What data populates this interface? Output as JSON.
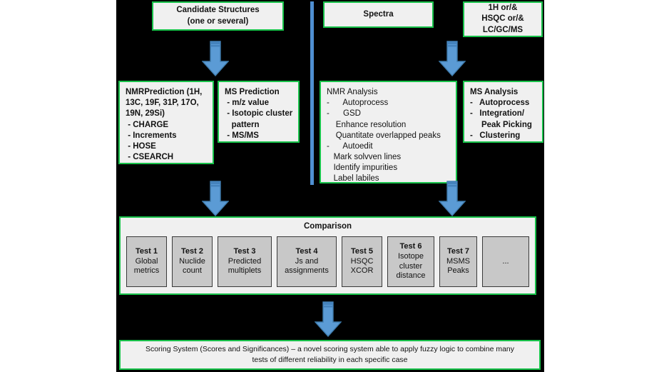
{
  "colors": {
    "background": "#000000",
    "page": "#ffffff",
    "box_border": "#18c24a",
    "box_fill": "#f0f0f0",
    "arrow": "#5b9bd5",
    "arrow_dark": "#3f7cad",
    "divider": "#4f8fd1",
    "test_fill": "#c8c8c8",
    "test_border": "#3a3a3a",
    "text": "#131313"
  },
  "inputs": {
    "candidate_structures": {
      "lines": [
        "Candidate Structures",
        "(one or several)"
      ]
    },
    "spectra": {
      "lines": [
        "Spectra"
      ]
    },
    "experiments": {
      "lines": [
        "1H or/&",
        "HSQC or/&",
        "LC/GC/MS"
      ]
    }
  },
  "prediction": {
    "nmr": {
      "lines": [
        "NMRPrediction (1H,",
        "13C, 19F, 31P, 17O,",
        "19N, 29Si)",
        " - CHARGE",
        " - Increments",
        " - HOSE",
        " - CSEARCH"
      ]
    },
    "ms": {
      "lines": [
        "MS Prediction",
        " - m/z value",
        " - Isotopic cluster",
        "   pattern",
        " - MS/MS"
      ]
    }
  },
  "analysis": {
    "nmr": {
      "lines": [
        "NMR Analysis",
        "-      Autoprocess",
        "-      GSD",
        "    Enhance resolution",
        "    Quantitate overlapped peaks",
        "-      Autoedit",
        "   Mark solvven lines",
        "   Identify impurities",
        "   Label labiles"
      ]
    },
    "ms": {
      "lines": [
        "MS Analysis",
        "-   Autoprocess",
        "-   Integration/",
        "     Peak Picking",
        "-   Clustering"
      ]
    }
  },
  "comparison": {
    "title": "Comparison",
    "tests": [
      {
        "header": "Test 1",
        "body": [
          "Global",
          "metrics"
        ]
      },
      {
        "header": "Test 2",
        "body": [
          "Nuclide",
          "count"
        ]
      },
      {
        "header": "Test 3",
        "body": [
          "Predicted",
          "multiplets"
        ]
      },
      {
        "header": "Test 4",
        "body": [
          "Js and",
          "assignments"
        ]
      },
      {
        "header": "Test 5",
        "body": [
          "HSQC",
          "XCOR"
        ]
      },
      {
        "header": "Test 6",
        "body": [
          "Isotope",
          "cluster",
          "distance"
        ]
      },
      {
        "header": "Test 7",
        "body": [
          "MSMS",
          "Peaks"
        ]
      },
      {
        "header": "...",
        "body": []
      }
    ]
  },
  "scoring": {
    "lines": [
      "Scoring System (Scores and Significances) – a novel scoring system able to apply fuzzy logic to combine many",
      "tests of different reliability in each specific case"
    ]
  },
  "arrows": {
    "structures_to_nmr_prediction": "down-arrow",
    "spectra_to_nmr_analysis": "down-arrow",
    "nmr_prediction_to_comparison": "down-arrow",
    "analysis_to_comparison": "down-arrow",
    "comparison_to_scoring": "down-arrow"
  }
}
